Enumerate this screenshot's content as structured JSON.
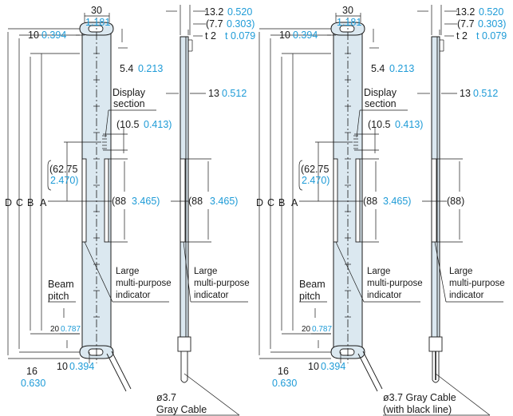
{
  "view1": {
    "width_mm": "30",
    "width_in": "1.181",
    "mount_mm": "10",
    "mount_in": "0.394",
    "top_hole_mm": "5.4",
    "top_hole_in": "0.213",
    "display_l1": "Display",
    "display_l2": "section",
    "disp_w_mm": "(10.5",
    "disp_w_in": "0.413)",
    "pos_mm": "(62.75",
    "pos_in": "2.470)",
    "dim_d": "D",
    "dim_c": "C",
    "dim_b": "B",
    "dim_a": "A",
    "ind_mm": "(88",
    "ind_in": "3.465)",
    "ind_l1": "Large",
    "ind_l2": "multi-purpose",
    "ind_l3": "indicator",
    "beam_l1": "Beam",
    "beam_l2": "pitch",
    "pitch_mm": "20",
    "pitch_in": "0.787",
    "bot_mm": "10",
    "bot_in": "0.394",
    "foot_mm": "16",
    "foot_in": "0.630"
  },
  "side1": {
    "d1_mm": "13.2",
    "d1_in": "0.520",
    "d2_mm": "(7.7",
    "d2_in": "0.303)",
    "t_mm": "t 2",
    "t_in": "t 0.079",
    "w_mm": "13",
    "w_in": "0.512",
    "ind_mm": "(88",
    "ind_in": "3.465)",
    "ind_l1": "Large",
    "ind_l2": "multi-purpose",
    "ind_l3": "indicator",
    "cable_l1": "ø3.7",
    "cable_l2": "Gray Cable"
  },
  "view2": {
    "width_mm": "30",
    "width_in": "1.181",
    "mount_mm": "10",
    "mount_in": "0.394",
    "top_hole_mm": "5.4",
    "top_hole_in": "0.213",
    "display_l1": "Display",
    "display_l2": "section",
    "disp_w_mm": "(10.5",
    "disp_w_in": "0.413)",
    "pos_mm": "(62.75",
    "pos_in": "2.470)",
    "dim_d": "D",
    "dim_c": "C",
    "dim_b": "B",
    "dim_a": "A",
    "ind_mm": "(88",
    "ind_in": "3.465)",
    "ind_l1": "Large",
    "ind_l2": "multi-purpose",
    "ind_l3": "indicator",
    "beam_l1": "Beam",
    "beam_l2": "pitch",
    "pitch_mm": "20",
    "pitch_in": "0.787",
    "bot_mm": "10",
    "bot_in": "0.394",
    "foot_mm": "16",
    "foot_in": "0.630"
  },
  "side2": {
    "d1_mm": "13.2",
    "d1_in": "0.520",
    "d2_mm": "(7.7",
    "d2_in": "0.303)",
    "t_mm": "t 2",
    "t_in": "t 0.079",
    "w_mm": "13",
    "w_in": "0.512",
    "ind_mm": "(88)",
    "ind_l1": "Large",
    "ind_l2": "multi-purpose",
    "ind_l3": "indicator",
    "cable_l1": "ø3.7 Gray Cable",
    "cable_l2": "(with black line)"
  },
  "colors": {
    "accent_inch": "#1e9bd7",
    "body_fill": "#dbe8f0",
    "line": "#1a1a1a"
  }
}
